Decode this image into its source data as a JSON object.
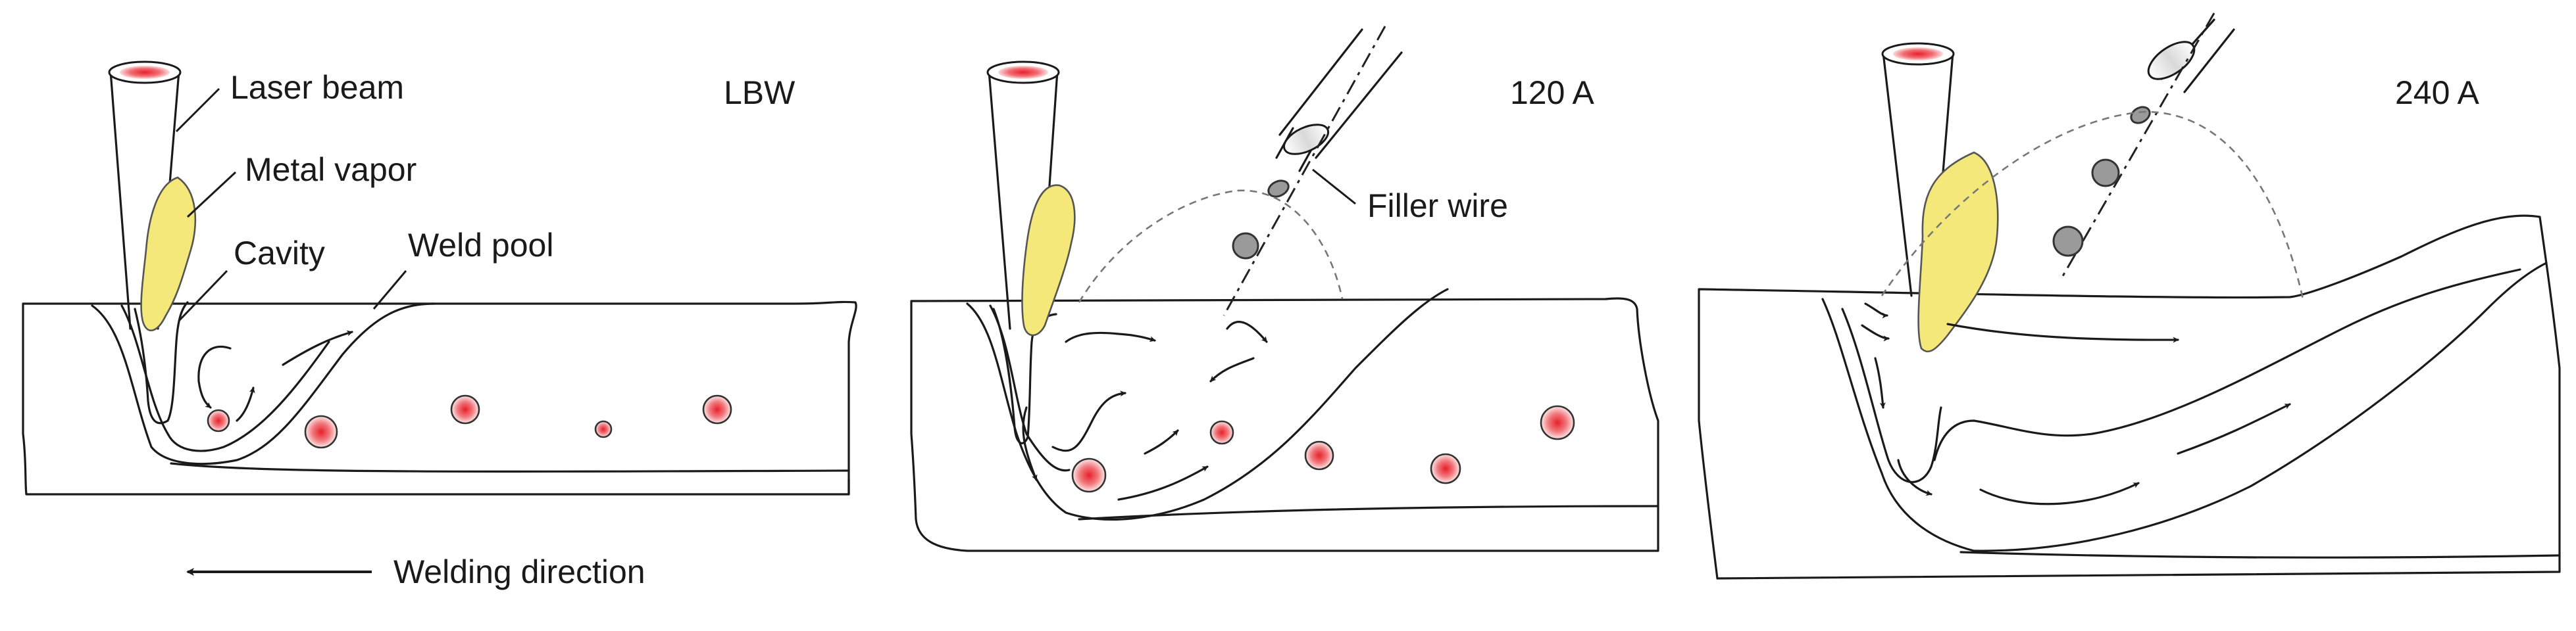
{
  "panels": [
    {
      "id": "lbw",
      "title": "LBW"
    },
    {
      "id": "120a",
      "title": "120 A"
    },
    {
      "id": "240a",
      "title": "240 A"
    }
  ],
  "labels": {
    "laser_beam": "Laser beam",
    "metal_vapor": "Metal vapor",
    "cavity": "Cavity",
    "weld_pool": "Weld pool",
    "filler_wire": "Filler wire",
    "welding_direction": "Welding direction"
  },
  "colors": {
    "metal_vapor": "#f3e879",
    "laser_spot": "#e8202a",
    "pore": "#e8202a",
    "droplet": "#9a9a9a"
  }
}
